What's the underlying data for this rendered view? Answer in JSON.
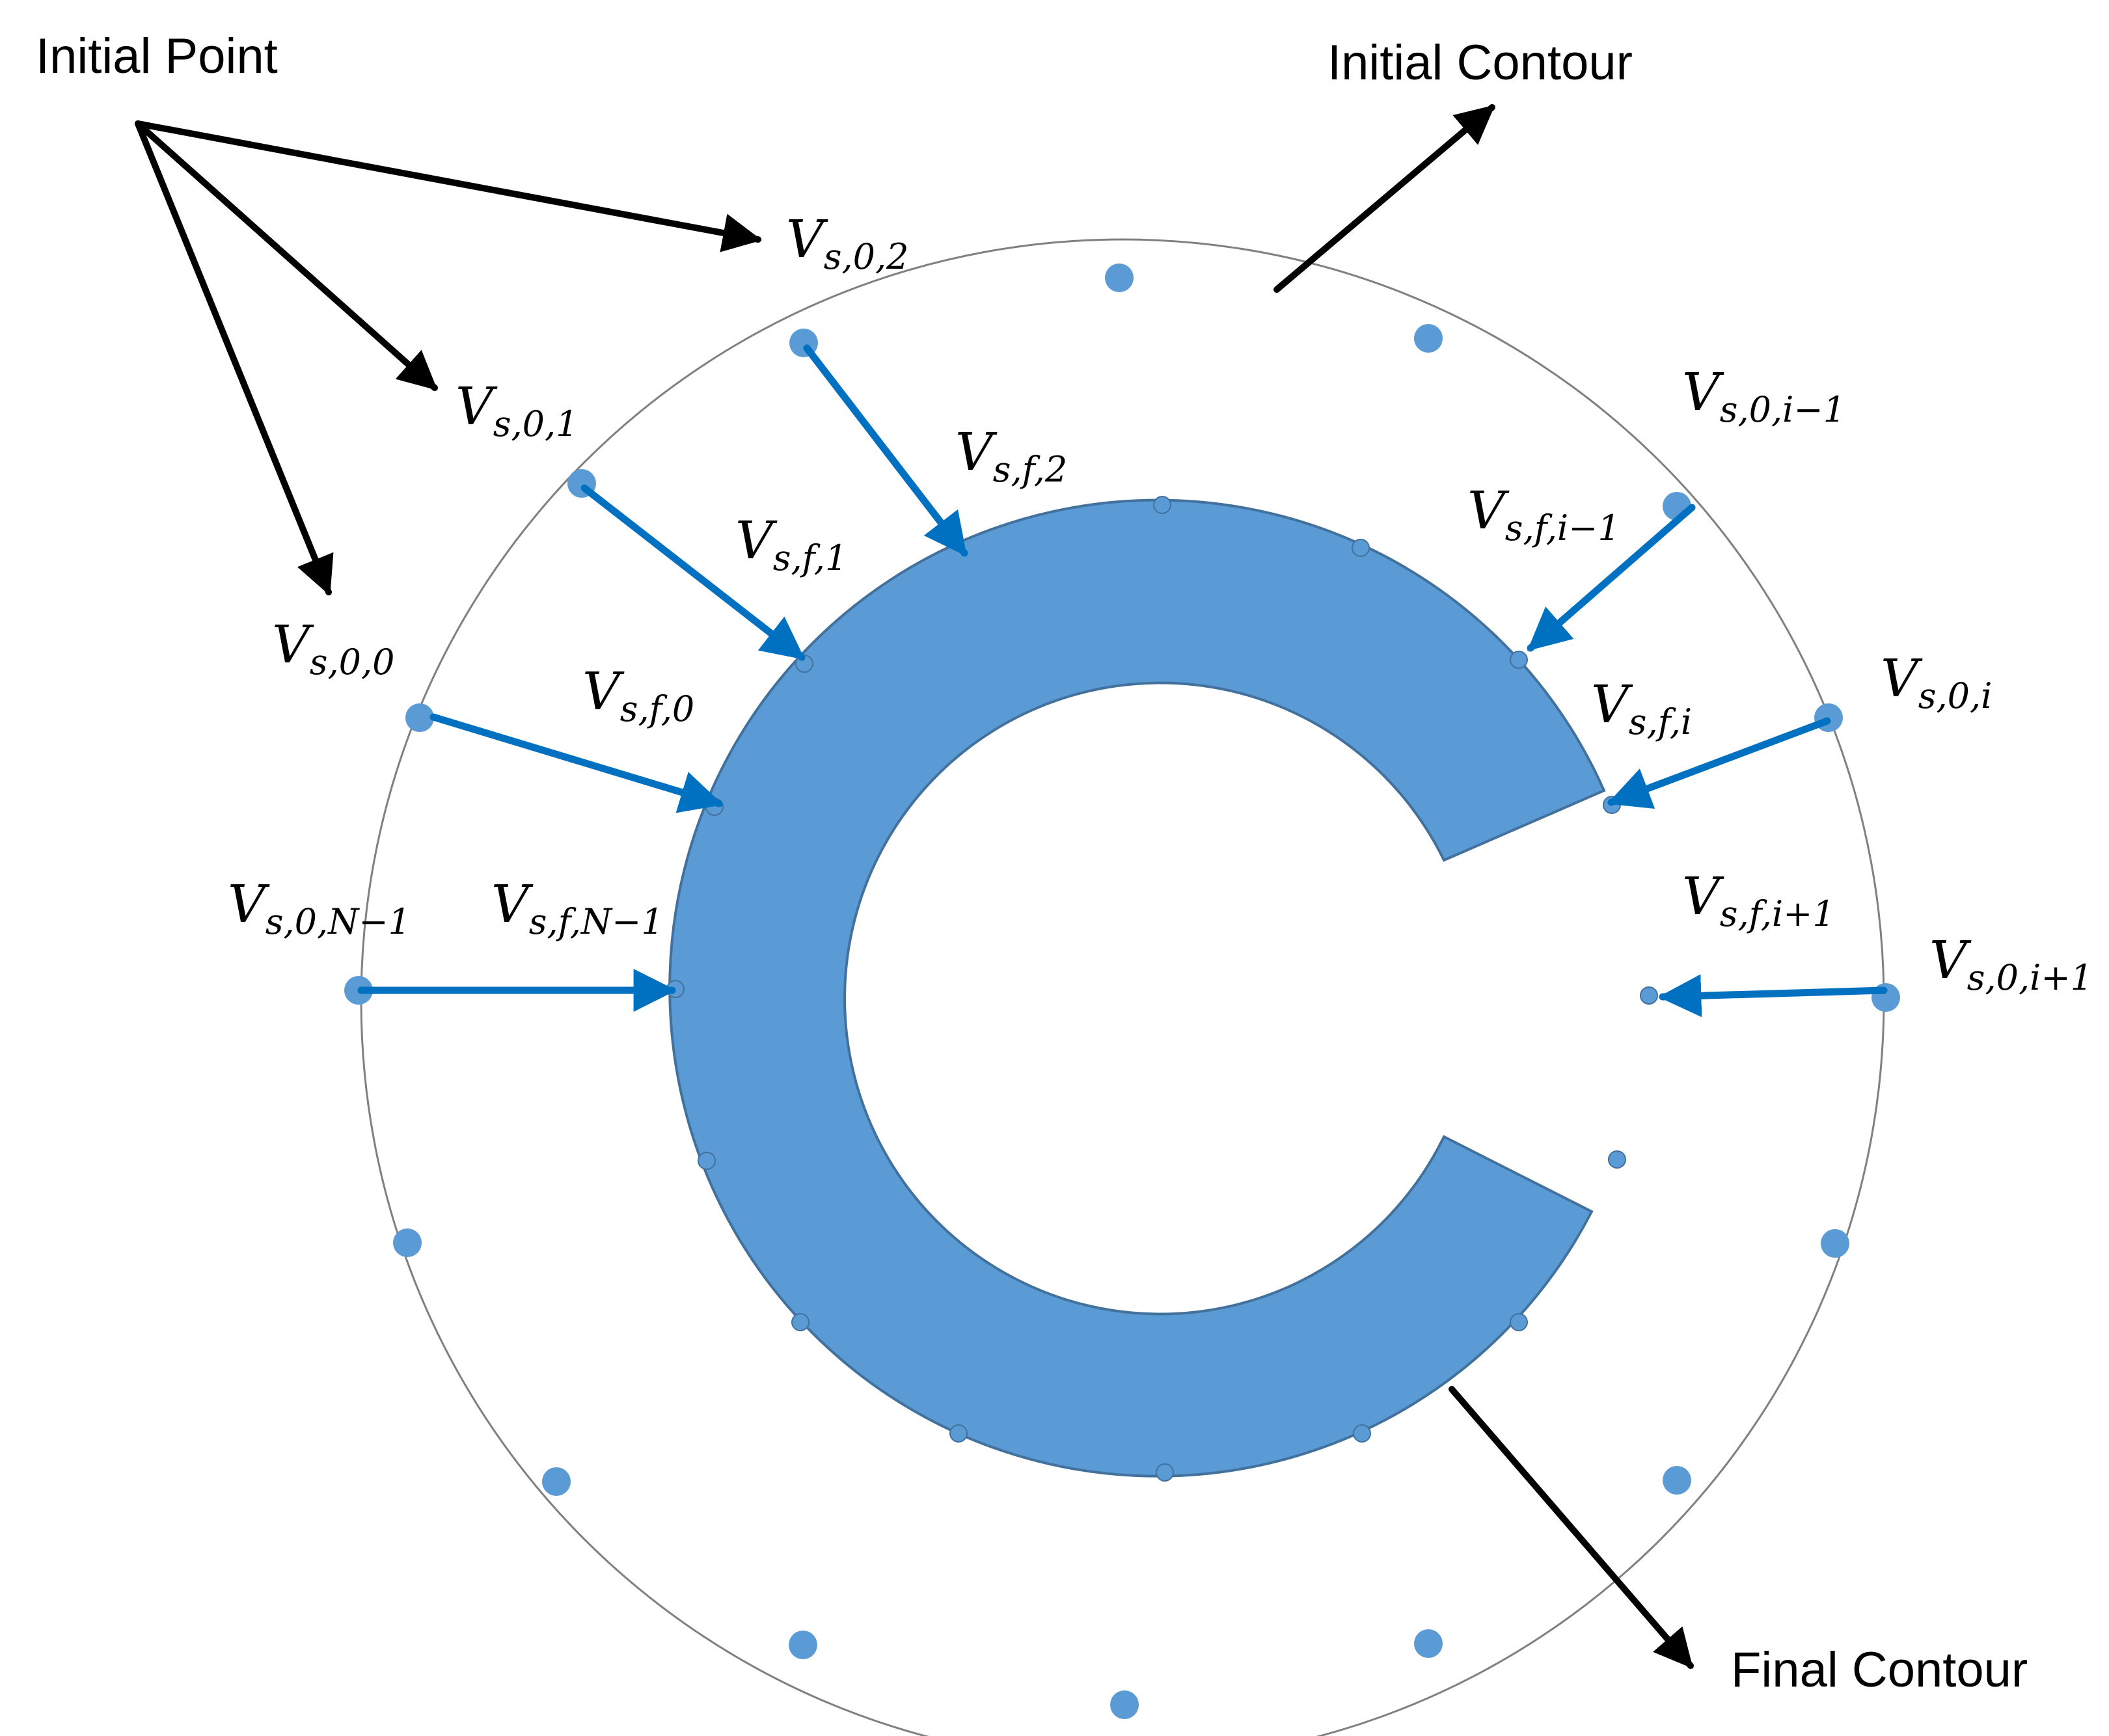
{
  "colors": {
    "ring": "#5b9bd5",
    "ring_edge": "#41719c",
    "point": "#5b9bd5",
    "arrow_blue": "#0070c0",
    "arrow_black": "#000000",
    "contour_line": "#808080"
  },
  "captions": {
    "initial_point": "Initial Point",
    "initial_contour": "Initial Contour",
    "final_contour": "Final Contour"
  },
  "labels": [
    {
      "id": "v-s-0-2",
      "main": "V",
      "sub": "s,0,2"
    },
    {
      "id": "v-s-0-1",
      "main": "V",
      "sub": "s,0,1"
    },
    {
      "id": "v-s-0-0",
      "main": "V",
      "sub": "s,0,0"
    },
    {
      "id": "v-s-0-n-1",
      "main": "V",
      "sub": "s,0,N−1"
    },
    {
      "id": "v-s-f-2",
      "main": "V",
      "sub": "s,f,2"
    },
    {
      "id": "v-s-f-1",
      "main": "V",
      "sub": "s,f,1"
    },
    {
      "id": "v-s-f-0",
      "main": "V",
      "sub": "s,f,0"
    },
    {
      "id": "v-s-f-n-1",
      "main": "V",
      "sub": "s,f,N−1"
    },
    {
      "id": "v-s-0-i-1",
      "main": "V",
      "sub": "s,0,i−1"
    },
    {
      "id": "v-s-f-i-1",
      "main": "V",
      "sub": "s,f,i−1"
    },
    {
      "id": "v-s-0-i",
      "main": "V",
      "sub": "s,0,i"
    },
    {
      "id": "v-s-f-i",
      "main": "V",
      "sub": "s,f,i"
    },
    {
      "id": "v-s-f-i+1",
      "main": "V",
      "sub": "s,f,i+1"
    },
    {
      "id": "v-s-0-i+1",
      "main": "V",
      "sub": "s,0,i+1"
    }
  ]
}
